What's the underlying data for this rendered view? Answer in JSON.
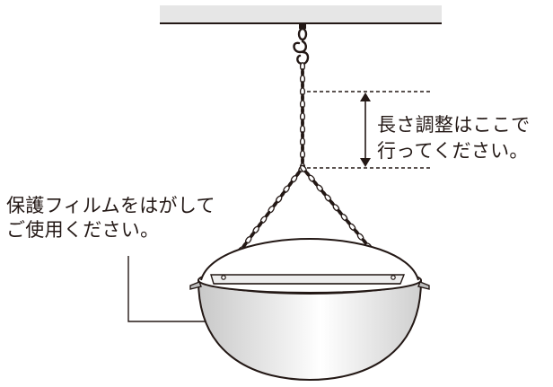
{
  "notes": {
    "chain_adjust": {
      "line1": "長さ調整はここで",
      "line2": "行ってください。"
    },
    "protective_film": {
      "line1": "保護フィルムをはがして",
      "line2": "ご使用ください。"
    }
  },
  "colors": {
    "ink": "#231815",
    "ceiling": "#e6e6e6",
    "bowl_shade": "#d9d9d9",
    "bowl_light": "#ffffff",
    "plate": "#ededed"
  }
}
